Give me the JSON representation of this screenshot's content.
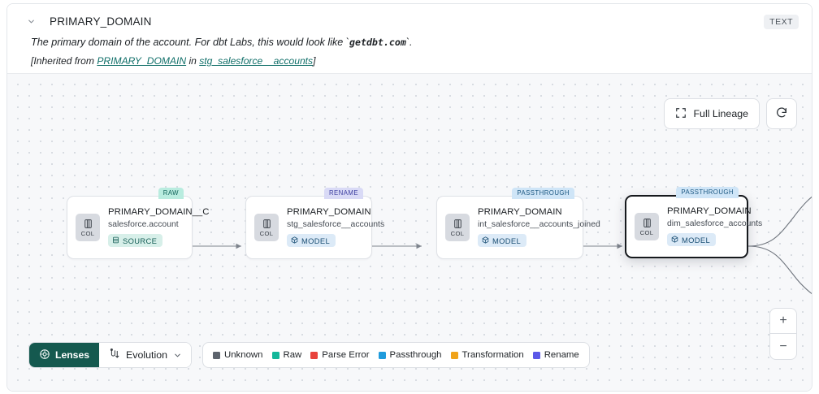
{
  "header": {
    "collapse_icon": "chevron-down-icon",
    "title": "PRIMARY_DOMAIN",
    "type_badge": "TEXT",
    "description_prefix": "The primary domain of the account. For dbt Labs, this would look like `",
    "description_code": "getdbt.com",
    "description_suffix": "`.",
    "inherited_open": "[Inherited from ",
    "inherited_link_1": "PRIMARY_DOMAIN",
    "inherited_mid": " in ",
    "inherited_link_2": "stg_salesforce__accounts",
    "inherited_close": "]",
    "link_color": "#0f6e68"
  },
  "toolbar": {
    "full_lineage_label": "Full Lineage",
    "full_lineage_icon": "expand-corners-icon",
    "refresh_icon": "refresh-icon"
  },
  "zoom_controls": {
    "zoom_in_label": "+",
    "zoom_out_label": "−"
  },
  "bottom_bar": {
    "lenses_label": "Lenses",
    "lenses_icon": "aperture-icon",
    "lenses_bg": "#15594f",
    "evolution_label": "Evolution",
    "evolution_icon": "evolution-flask-icon",
    "evolution_chevron": "chevron-down-icon"
  },
  "legend": {
    "items": [
      {
        "label": "Unknown",
        "color": "#5d646d"
      },
      {
        "label": "Raw",
        "color": "#13b79a"
      },
      {
        "label": "Parse Error",
        "color": "#e8433c"
      },
      {
        "label": "Passthrough",
        "color": "#1f9bdc"
      },
      {
        "label": "Transformation",
        "color": "#f0a31a"
      },
      {
        "label": "Rename",
        "color": "#5b58e8"
      }
    ]
  },
  "lineage": {
    "nodes": [
      {
        "tag": "RAW",
        "tag_class": "raw",
        "chip_label": "COL",
        "chip_icon": "column-icon",
        "name": "PRIMARY_DOMAIN__C",
        "subtitle": "salesforce.account",
        "type_label": "SOURCE",
        "type_class": "source",
        "type_icon": "database-icon",
        "selected": false
      },
      {
        "tag": "RENAME",
        "tag_class": "rename",
        "chip_label": "COL",
        "chip_icon": "column-icon",
        "name": "PRIMARY_DOMAIN",
        "subtitle": "stg_salesforce__accounts",
        "type_label": "MODEL",
        "type_class": "model",
        "type_icon": "cube-icon",
        "selected": false
      },
      {
        "tag": "PASSTHROUGH",
        "tag_class": "passthrough",
        "chip_label": "COL",
        "chip_icon": "column-icon",
        "name": "PRIMARY_DOMAIN",
        "subtitle": "int_salesforce__accounts_joined",
        "type_label": "MODEL",
        "type_class": "model",
        "type_icon": "cube-icon",
        "selected": false
      },
      {
        "tag": "PASSTHROUGH",
        "tag_class": "passthrough",
        "chip_label": "COL",
        "chip_icon": "column-icon",
        "name": "PRIMARY_DOMAIN",
        "subtitle": "dim_salesforce_accounts",
        "type_label": "MODEL",
        "type_class": "model",
        "type_icon": "cube-icon",
        "selected": true
      }
    ],
    "edge_color": "#7d838c"
  }
}
